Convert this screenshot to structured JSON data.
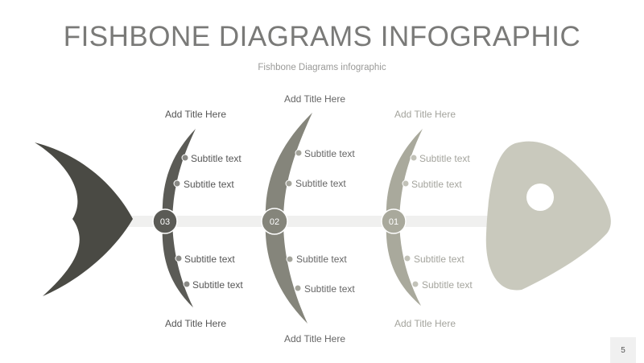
{
  "header": {
    "title": "FISHBONE DIAGRAMS INFOGRAPHIC",
    "subtitle": "Fishbone Diagrams infographic"
  },
  "bones": [
    {
      "number": "03",
      "color": "#5b5b56",
      "top_title": "Add Title Here",
      "bottom_title": "Add Title Here",
      "top_items": [
        "Subtitle text",
        "Subtitle text"
      ],
      "bottom_items": [
        "Subtitle text",
        "Subtitle text"
      ]
    },
    {
      "number": "02",
      "color": "#85857b",
      "top_title": "Add Title Here",
      "bottom_title": "Add Title Here",
      "top_items": [
        "Subtitle text",
        "Subtitle text"
      ],
      "bottom_items": [
        "Subtitle text",
        "Subtitle text"
      ]
    },
    {
      "number": "01",
      "color": "#a9a99c",
      "top_title": "Add Title Here",
      "bottom_title": "Add Title Here",
      "top_items": [
        "Subtitle text",
        "Subtitle text"
      ],
      "bottom_items": [
        "Subtitle text",
        "Subtitle text"
      ]
    }
  ],
  "colors": {
    "tail": "#4a4a44",
    "head": "#c9c9bd",
    "spine": "#f0f0ef"
  },
  "page_number": "5"
}
